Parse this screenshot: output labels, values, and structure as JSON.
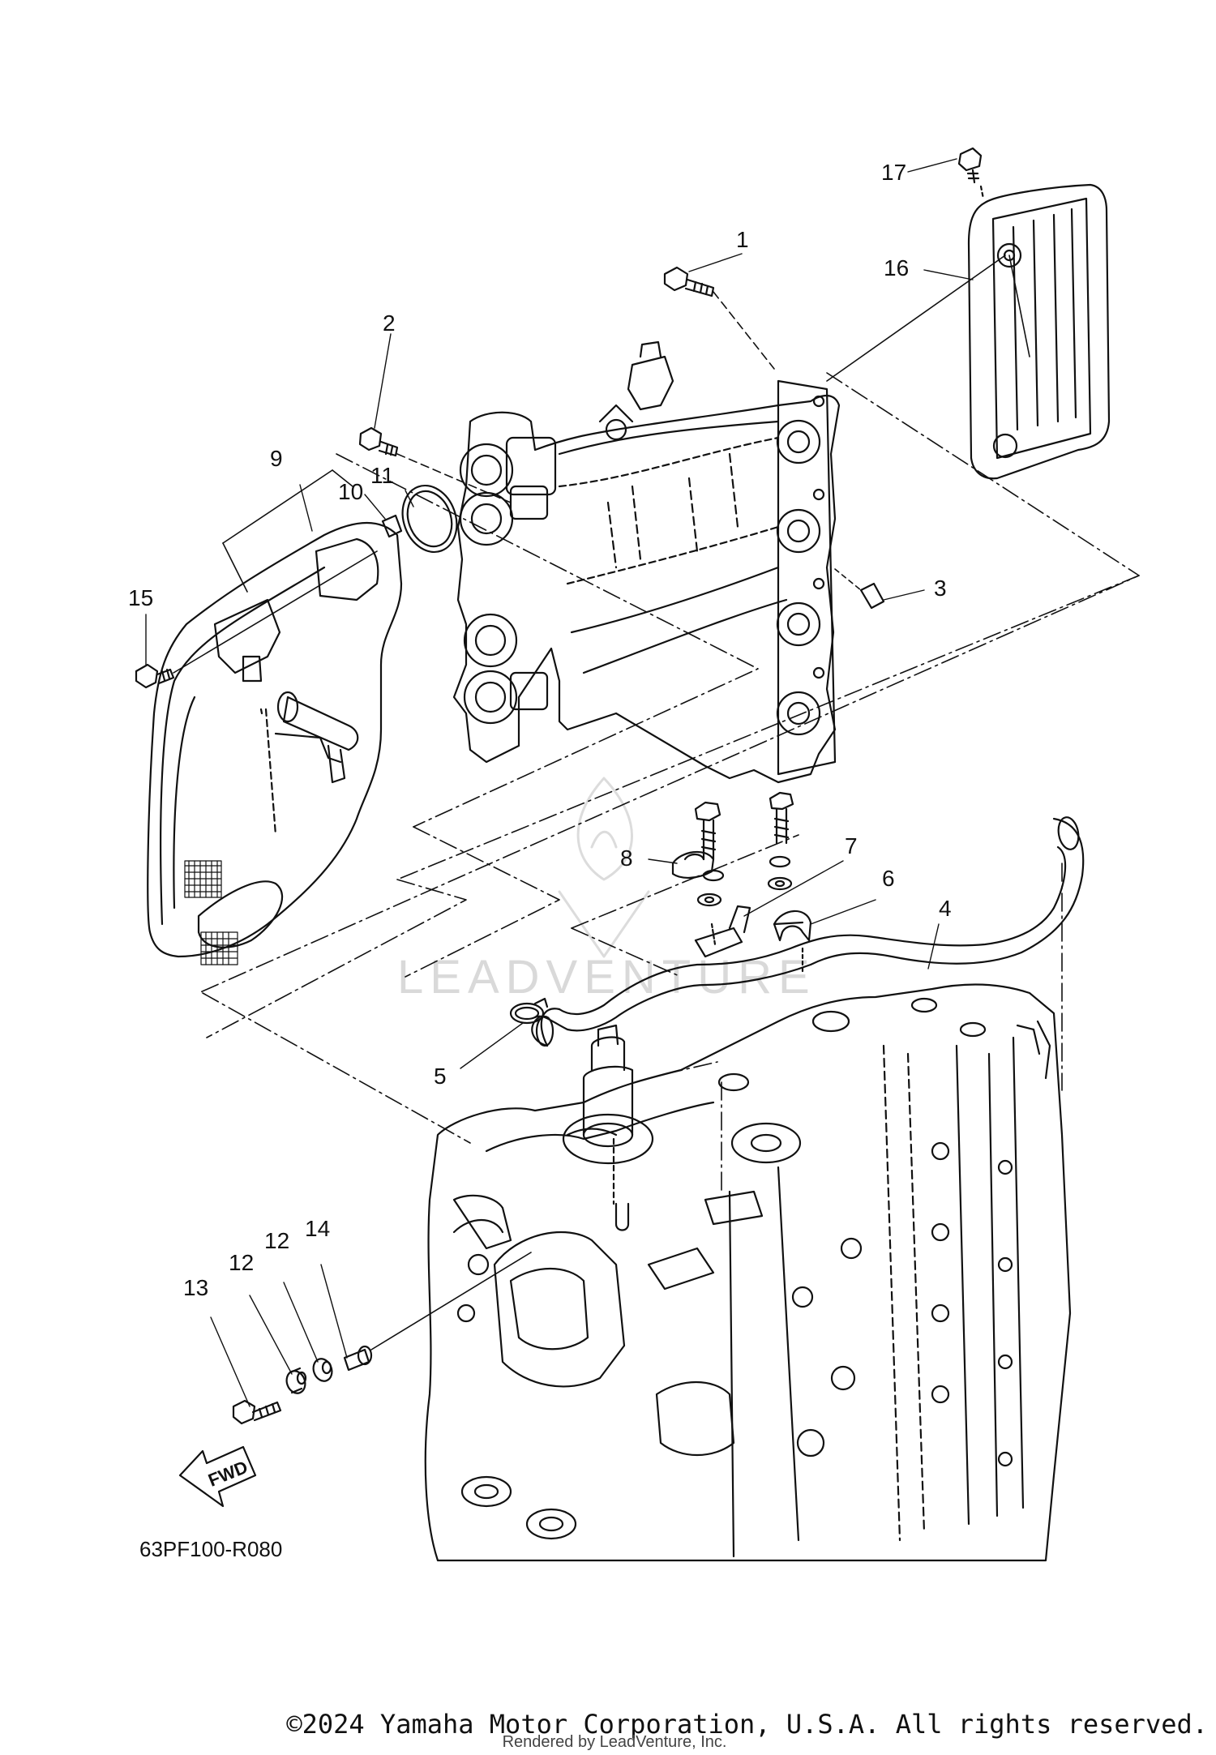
{
  "diagram": {
    "code": "63PF100-R080",
    "fwd_label": "FWD",
    "callouts": [
      "1",
      "2",
      "3",
      "4",
      "5",
      "6",
      "7",
      "8",
      "9",
      "10",
      "11",
      "12",
      "12",
      "13",
      "14",
      "15",
      "16",
      "17"
    ]
  },
  "watermark": {
    "text": "LEADVENTURE"
  },
  "footer": {
    "copyright": "©2024 Yamaha Motor Corporation, U.S.A. All rights reserved.",
    "rendered_by": "Rendered by LeadVenture, Inc."
  }
}
